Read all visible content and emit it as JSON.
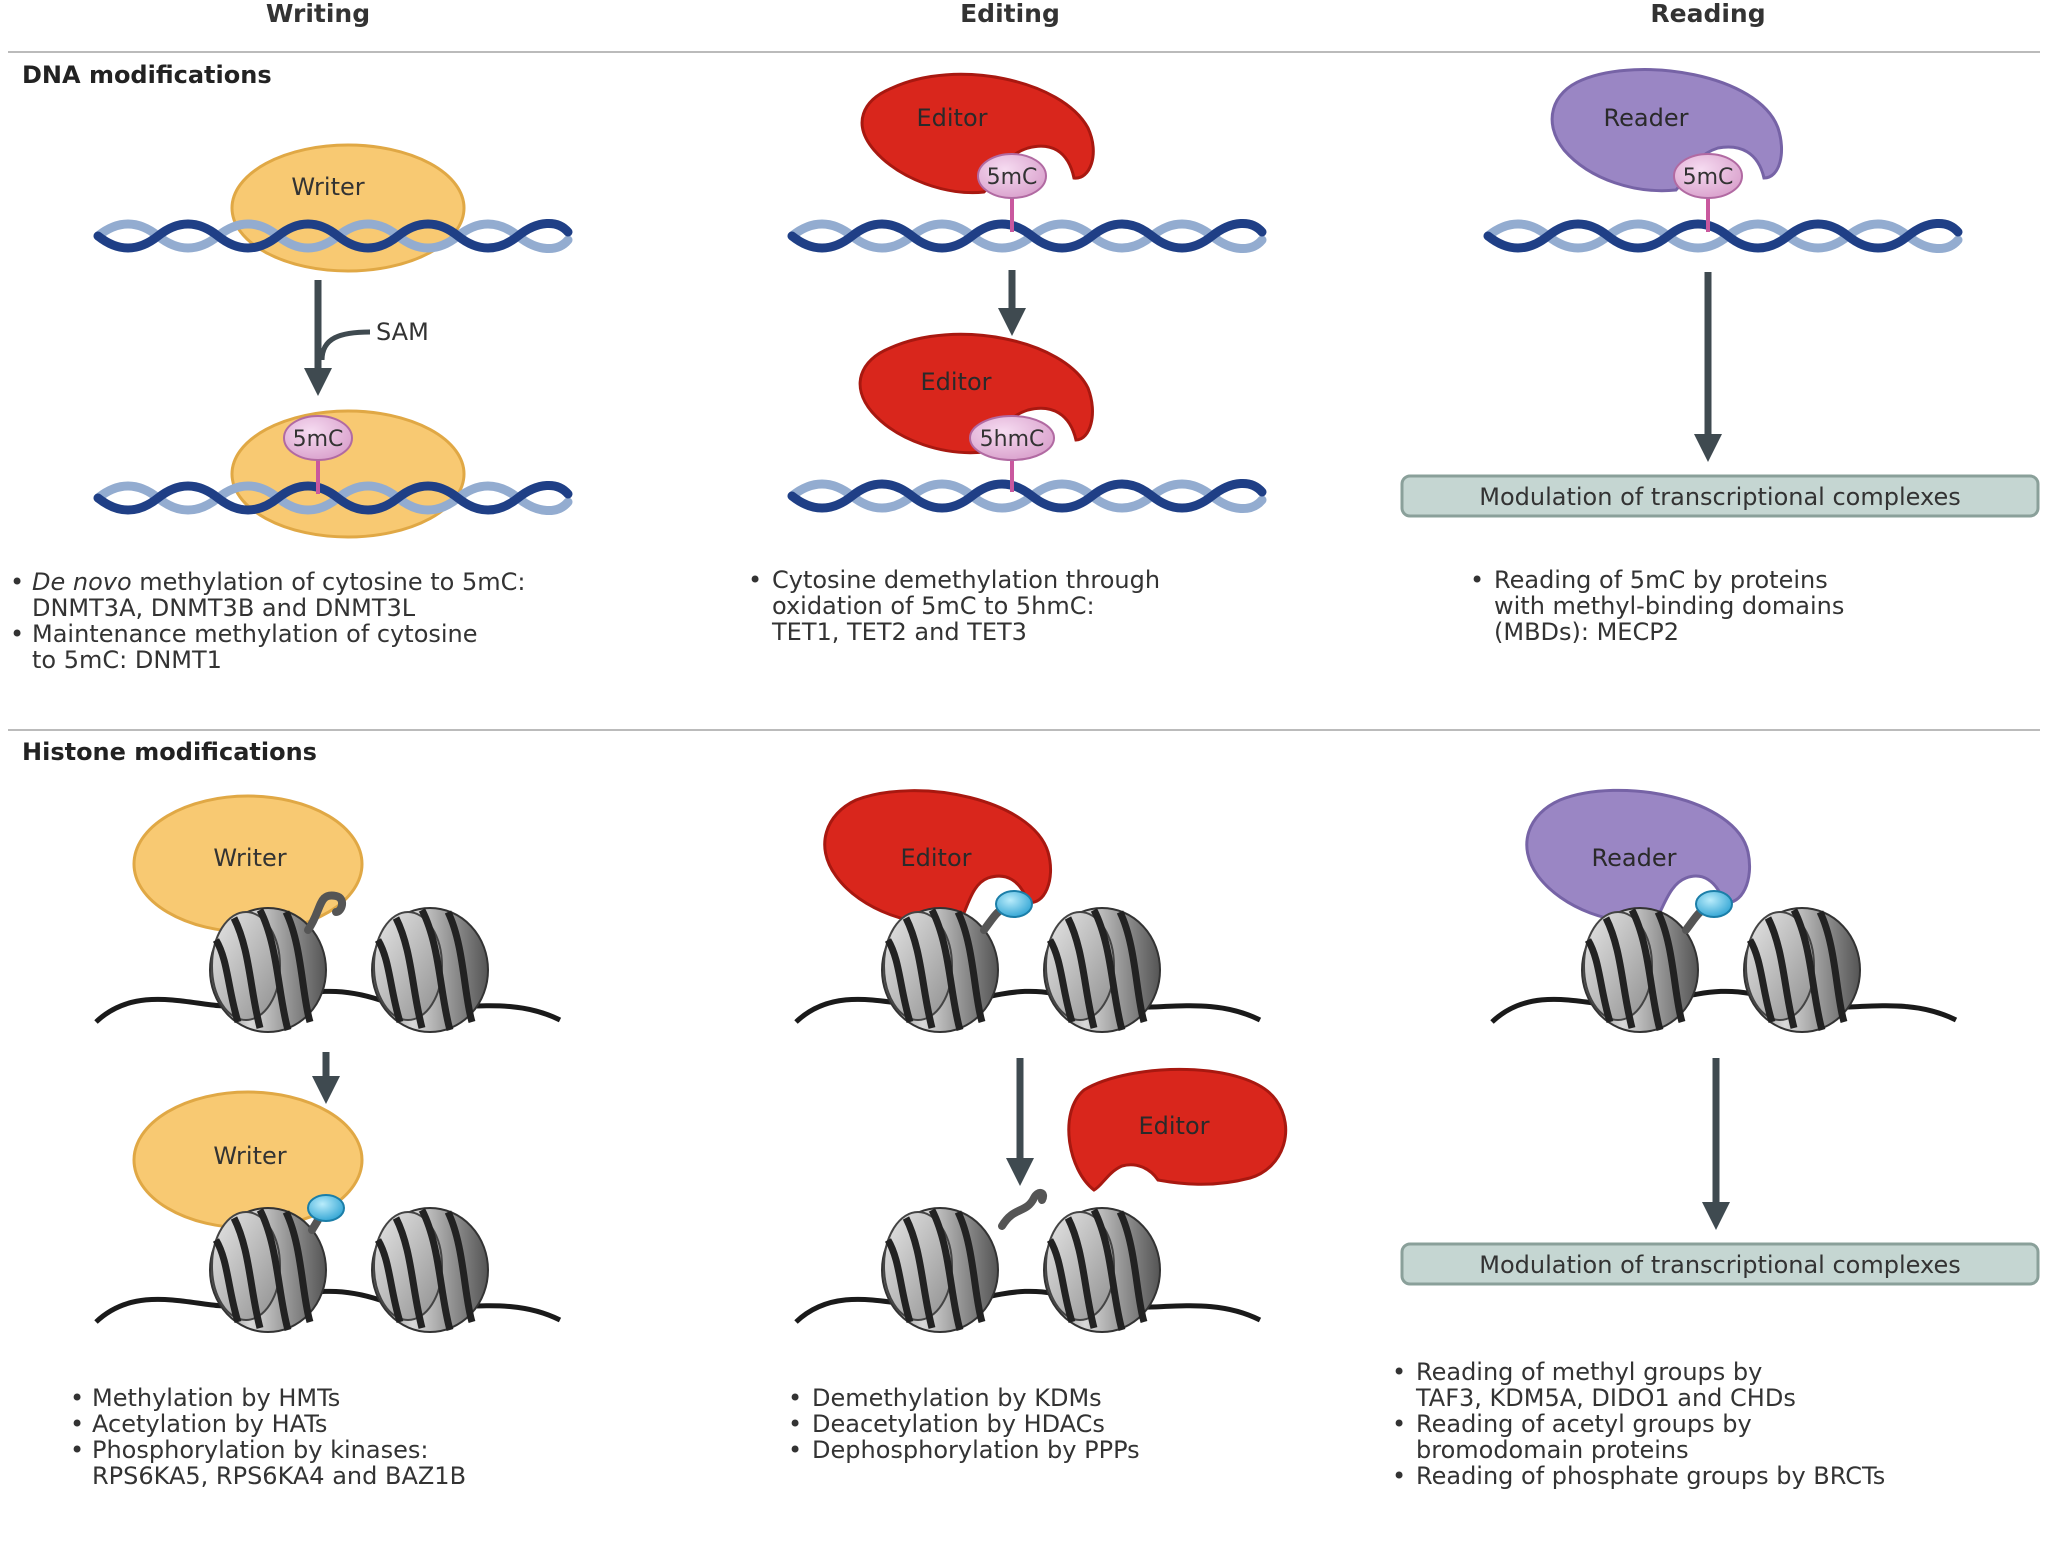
{
  "columns": {
    "writing": "Writing",
    "editing": "Editing",
    "reading": "Reading"
  },
  "dna": {
    "title": "DNA modifications",
    "writer_label": "Writer",
    "sam_label": "SAM",
    "mark_5mc": "5mC",
    "mark_5hmc": "5hmC",
    "editor_label": "Editor",
    "reader_label": "Reader",
    "modulation_box": "Modulation of transcriptional complexes",
    "writing_notes": {
      "line1_italic": "De novo",
      "line1_rest": " methylation of cytosine to 5mC:",
      "line2": "DNMT3A, DNMT3B and DNMT3L",
      "line3": "Maintenance methylation of cytosine",
      "line4": "to 5mC: DNMT1"
    },
    "editing_notes": [
      "Cytosine demethylation through",
      "oxidation of 5mC to 5hmC:",
      "TET1, TET2 and TET3"
    ],
    "reading_notes": [
      "Reading of 5mC by proteins",
      "with methyl-binding domains",
      "(MBDs): MECP2"
    ]
  },
  "histone": {
    "title": "Histone modifications",
    "writer_label": "Writer",
    "editor_label": "Editor",
    "reader_label": "Reader",
    "modulation_box": "Modulation of transcriptional complexes",
    "writing_notes": [
      "Methylation by HMTs",
      "Acetylation by HATs",
      "Phosphorylation by kinases:",
      "RPS6KA5, RPS6KA4 and BAZ1B"
    ],
    "editing_notes": [
      "Demethylation by KDMs",
      "Deacetylation by HDACs",
      "Dephosphorylation by PPPs"
    ],
    "reading_notes": [
      "Reading of methyl groups by",
      "TAF3, KDM5A, DIDO1 and CHDs",
      "Reading of acetyl groups by",
      "bromodomain proteins",
      "Reading of phosphate groups by BRCTs"
    ]
  },
  "colors": {
    "writer": "#f8c972",
    "writer_edge": "#e0a845",
    "editor": "#d9261c",
    "editor_edge": "#a81810",
    "reader": "#9a86c4",
    "reader_edge": "#7663a6",
    "mark": "#e7b8de",
    "mark_stem": "#c9589e",
    "acetyl": "#4cb9e3",
    "dna_a": "#1f3f86",
    "dna_b": "#93acd0",
    "box_fill": "#c5d6d2",
    "box_edge": "#8aa09a",
    "arrow": "#3f4a50",
    "rule": "#bbbbbb"
  },
  "icons": {
    "nucleosome": "nucleosome-icon",
    "dna_helix": "dna-helix-icon",
    "arrow": "arrow-down-icon"
  }
}
